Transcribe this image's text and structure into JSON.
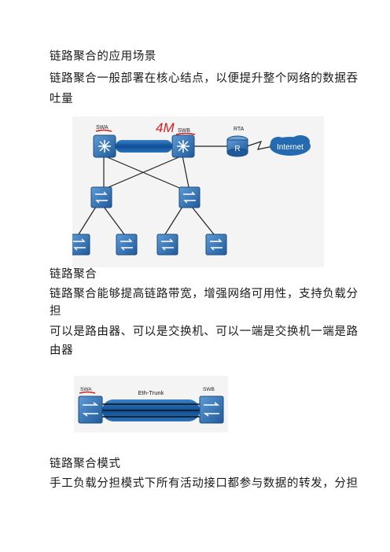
{
  "lines": [
    "链路聚合的应用场景",
    "链路聚合一般部署在核心结点，以便提升整个网络的数据吞",
    "吐量",
    "链路聚合",
    "链路聚合能够提高链路带宽，增强网络可用性，支持负载分",
    "担",
    "可以是路由器、可以是交换机、可以一端是交换机一端是路",
    "由器",
    "链路聚合模式",
    "手工负载分担模式下所有活动接口都参与数据的转发，分担"
  ],
  "figure1": {
    "swa": "SWA",
    "swb": "SWB",
    "rta": "RTA",
    "router_glyph": "R",
    "internet": "Internet",
    "handwritten": "4M"
  },
  "figure2": {
    "swa": "SWA",
    "swb": "SWB",
    "trunk": "Eth-Trunk"
  },
  "colors": {
    "device_blue": "#2f6fb0",
    "tube_blue": "#1c5ea8",
    "underline_red": "#d42020"
  }
}
